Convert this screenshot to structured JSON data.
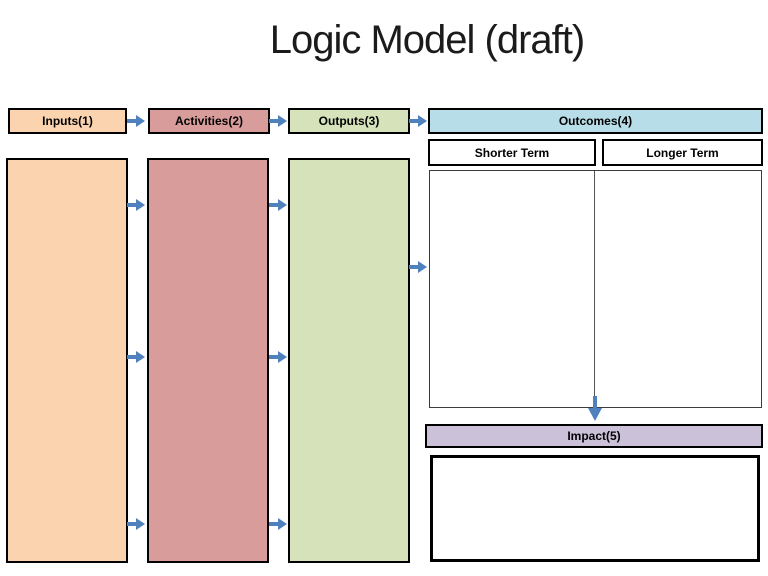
{
  "title": "Logic Model (draft)",
  "flow": {
    "columns": [
      {
        "label": "Inputs(1)",
        "color": "#FBD4AF"
      },
      {
        "label": "Activities(2)",
        "color": "#D89C9B"
      },
      {
        "label": "Outputs(3)",
        "color": "#D5E2BA"
      }
    ],
    "outcomes": {
      "label": "Outcomes(4)",
      "color": "#B7DDE8",
      "sub_columns": [
        {
          "label": "Shorter Term"
        },
        {
          "label": "Longer Term"
        }
      ]
    },
    "impact": {
      "label": "Impact(5)",
      "color": "#CBC1D9"
    }
  },
  "arrow_color": "#4F81BD"
}
